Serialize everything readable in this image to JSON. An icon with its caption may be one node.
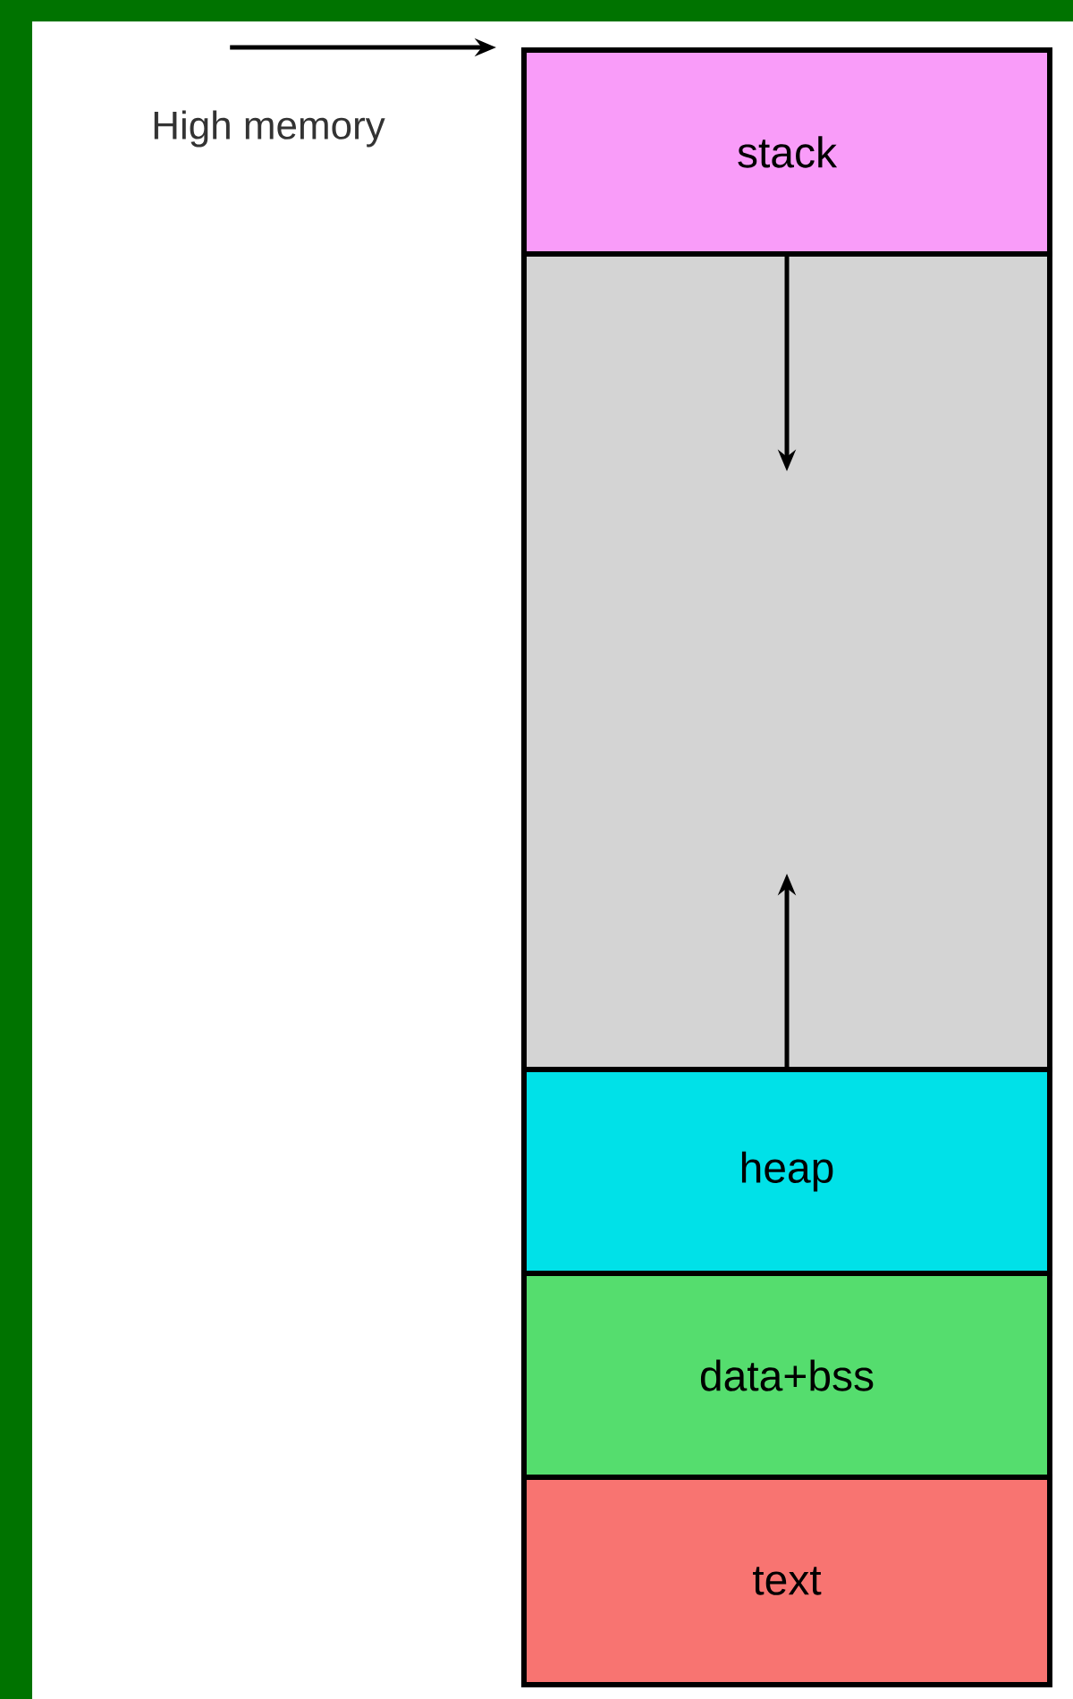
{
  "diagram": {
    "nodes": [
      {
        "text": [
          "stack"
        ]
      },
      {
        "text": [],
        "shape": "box"
      },
      {
        "text": [
          "heap"
        ]
      },
      {
        "text": [
          "data+bss"
        ]
      },
      {
        "text": [
          "text"
        ]
      },
      {
        "text": [
          "High memory"
        ]
      }
    ],
    "edges": [
      {
        "from": 5,
        "to": 0,
        "arrow": "to"
      },
      {
        "from": 0,
        "to": 1,
        "arrow": "to"
      },
      {
        "from": 2,
        "to": 1,
        "arrow": "to"
      }
    ]
  }
}
